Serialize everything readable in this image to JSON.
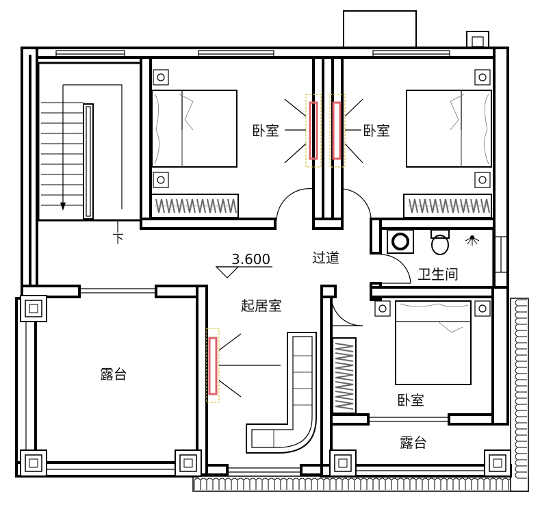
{
  "labels": {
    "bedroom_top_left": "卧室",
    "bedroom_top_right": "卧室",
    "bedroom_bottom_right": "卧室",
    "corridor": "过道",
    "bathroom": "卫生间",
    "living_room": "起居室",
    "terrace_left": "露台",
    "terrace_bottom": "露台",
    "stair_down": "下",
    "elevation": "3.600"
  },
  "colors": {
    "wall": "#000000",
    "light_fixture": "#e0606a",
    "light_frame": "#d8c640"
  }
}
